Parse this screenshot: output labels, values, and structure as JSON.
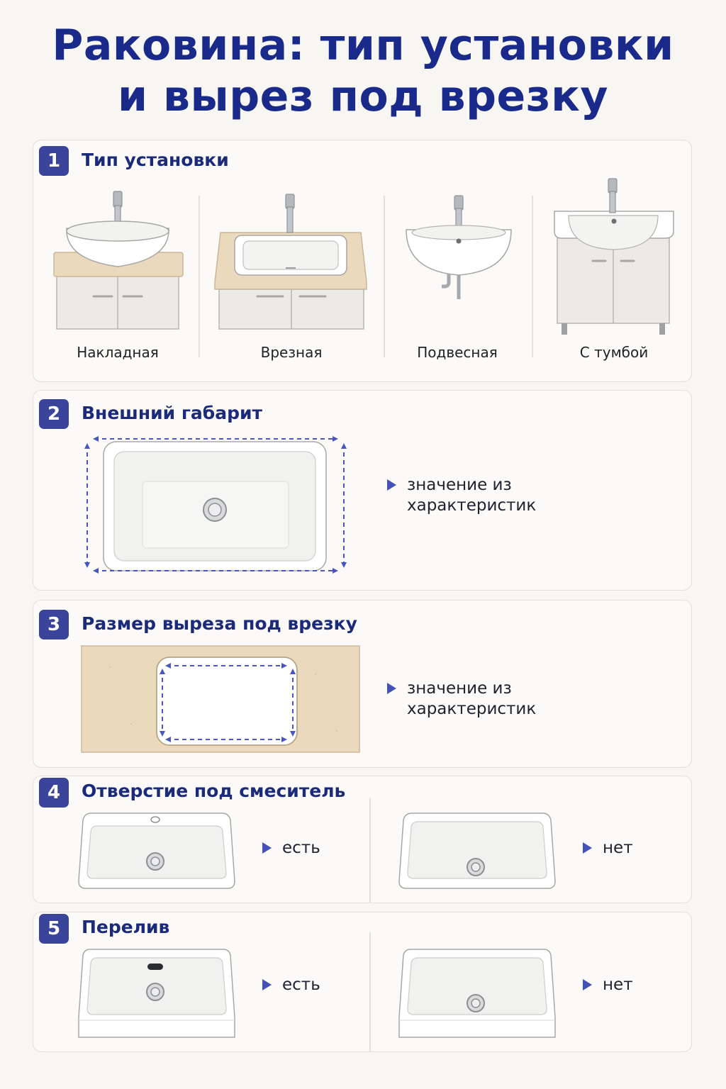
{
  "title": {
    "line1": "Раковина: тип установки",
    "line2": "и вырез под врезку"
  },
  "sections": [
    {
      "number": "1",
      "title": "Тип установки",
      "types": [
        {
          "label": "Накладная"
        },
        {
          "label": "Врезная"
        },
        {
          "label": "Подвесная"
        },
        {
          "label": "С тумбой"
        }
      ]
    },
    {
      "number": "2",
      "title": "Внешний габарит",
      "note": "значение из характеристик"
    },
    {
      "number": "3",
      "title": "Размер выреза под врезку",
      "note": "значение из характеристик"
    },
    {
      "number": "4",
      "title": "Отверстие под смеситель",
      "options": [
        {
          "label": "есть"
        },
        {
          "label": "нет"
        }
      ]
    },
    {
      "number": "5",
      "title": "Перелив",
      "options": [
        {
          "label": "есть"
        },
        {
          "label": "нет"
        }
      ]
    }
  ],
  "colors": {
    "title": "#1a2a8a",
    "badge": "#3a449b",
    "accent_arrow": "#4a55c0",
    "countertop": "#ead9bd",
    "cabinet": "#eceae6"
  }
}
